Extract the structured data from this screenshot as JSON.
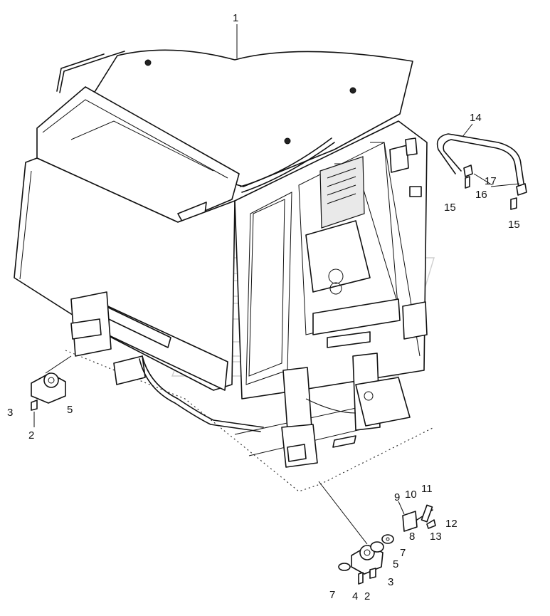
{
  "callouts": [
    {
      "id": "c1",
      "text": "1"
    },
    {
      "id": "c2a",
      "text": "2"
    },
    {
      "id": "c2b",
      "text": "2"
    },
    {
      "id": "c3a",
      "text": "3"
    },
    {
      "id": "c3b",
      "text": "3"
    },
    {
      "id": "c4",
      "text": "4"
    },
    {
      "id": "c5a",
      "text": "5"
    },
    {
      "id": "c5b",
      "text": "5"
    },
    {
      "id": "c7a",
      "text": "7"
    },
    {
      "id": "c7b",
      "text": "7"
    },
    {
      "id": "c8",
      "text": "8"
    },
    {
      "id": "c9",
      "text": "9"
    },
    {
      "id": "c10",
      "text": "10"
    },
    {
      "id": "c11",
      "text": "11"
    },
    {
      "id": "c12",
      "text": "12"
    },
    {
      "id": "c13",
      "text": "13"
    },
    {
      "id": "c14",
      "text": "14"
    },
    {
      "id": "c15a",
      "text": "15"
    },
    {
      "id": "c15b",
      "text": "15"
    },
    {
      "id": "c16",
      "text": "16"
    },
    {
      "id": "c17",
      "text": "17"
    }
  ]
}
